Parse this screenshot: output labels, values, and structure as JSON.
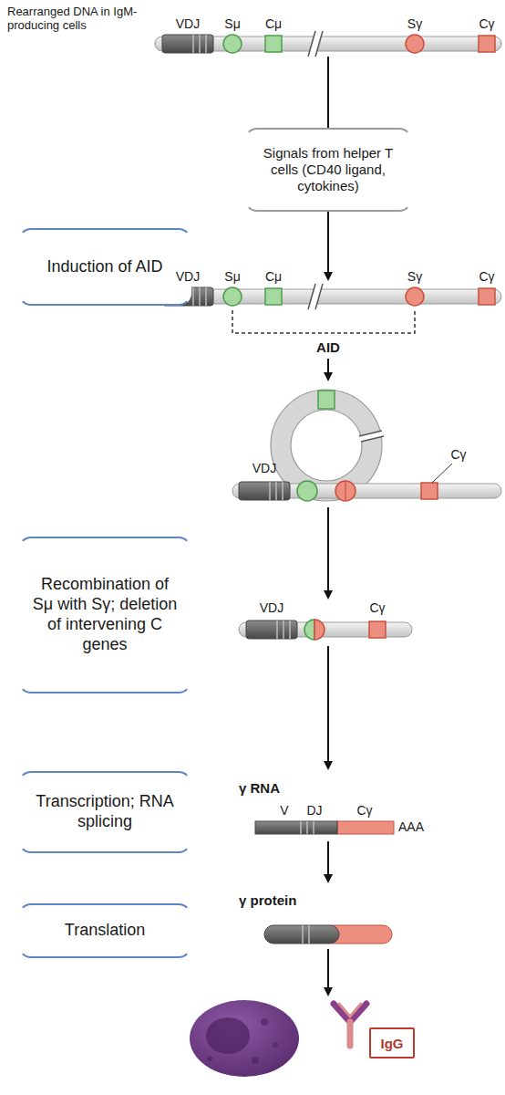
{
  "diagram": {
    "nodes": [
      {
        "text": [
          "Signals from helper T cells (CD40 ligand, cytokines)"
        ]
      },
      {
        "text": [
          "Induction of AID"
        ]
      },
      {
        "text": [
          "Recombination of Sμ with Sγ; deletion of intervening C genes"
        ]
      },
      {
        "text": [
          "Transcription; RNA splicing"
        ]
      },
      {
        "text": [
          "Translation"
        ]
      },
      {
        "text": [
          "IgG"
        ]
      }
    ],
    "labels": [
      "Rearranged DNA in IgM-producing cells",
      "VDJ",
      "Sμ",
      "Cμ",
      "Sγ",
      "Cγ",
      "VDJ",
      "Sμ",
      "Cμ",
      "Sγ",
      "Cγ",
      "AID",
      "VDJ",
      "Cγ",
      "VDJ",
      "Cγ",
      "γ RNA",
      "V",
      "DJ",
      "Cγ",
      "AAA",
      "γ protein"
    ]
  }
}
